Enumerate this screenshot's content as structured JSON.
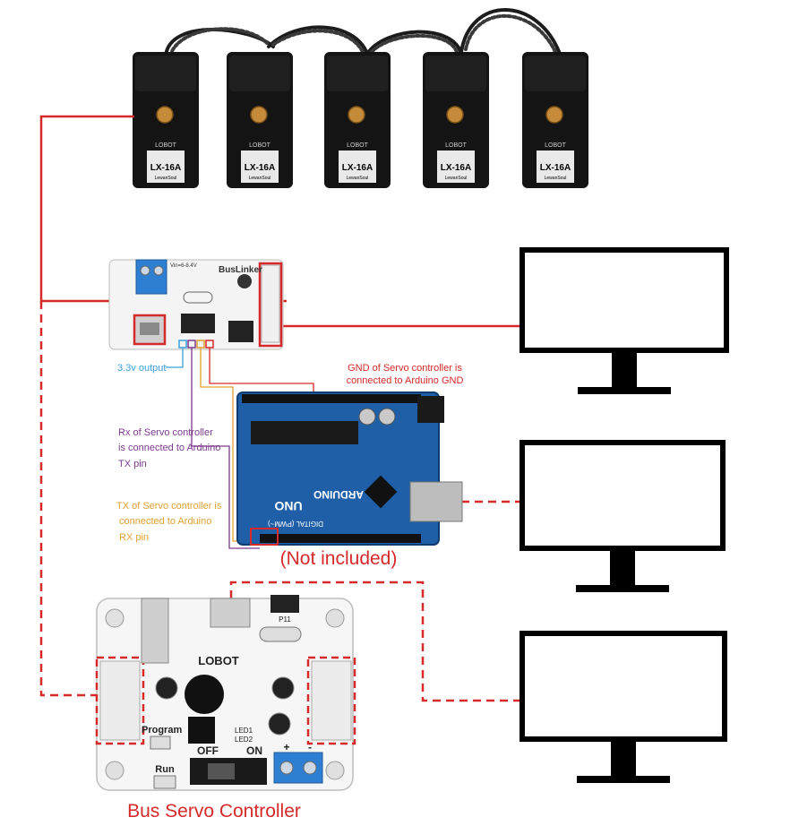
{
  "servos": [
    {
      "brand": "LOBOT",
      "model": "LX-16A",
      "maker": "LewanSoul"
    },
    {
      "brand": "LOBOT",
      "model": "LX-16A",
      "maker": "LewanSoul"
    },
    {
      "brand": "LOBOT",
      "model": "LX-16A",
      "maker": "LewanSoul"
    },
    {
      "brand": "LOBOT",
      "model": "LX-16A",
      "maker": "LewanSoul"
    },
    {
      "brand": "LOBOT",
      "model": "LX-16A",
      "maker": "LewanSoul"
    }
  ],
  "debug_board": {
    "title": "BusLinker",
    "power_label": "Vin=6-8.4V",
    "output_label": "3.3v output"
  },
  "arduino": {
    "brand": "ARDUINO",
    "model": "UNO",
    "digital_label": "DIGITAL (PWM~)",
    "not_included": "(Not included)"
  },
  "annotations": {
    "gnd": [
      "GND of Servo controller is",
      "connected to Arduino GND"
    ],
    "rx": [
      "Rx of Servo controller",
      "is connected to Arduino",
      "TX pin"
    ],
    "tx": [
      "TX of Servo controller is",
      "connected to Arduino",
      "RX pin"
    ]
  },
  "controller": {
    "logo": "LOBOT",
    "program_label": "Program",
    "run_label": "Run",
    "off_label": "OFF",
    "on_label": "ON",
    "plus": "+",
    "minus": "-",
    "led1": "LED1",
    "led2": "LED2",
    "pin_label": "P11",
    "caption": "Bus Servo Controller"
  },
  "colors": {
    "wire_red": "#d62a2a",
    "gnd_text": "#d62a2a",
    "rx_text": "#7b3a8c",
    "tx_text": "#e0a033",
    "output_text": "#3aa0d8",
    "caption": "#d62a2a",
    "arduino_blue": "#1e5fa8",
    "board_blue": "#2f7fd0",
    "monitor": "#000000"
  }
}
